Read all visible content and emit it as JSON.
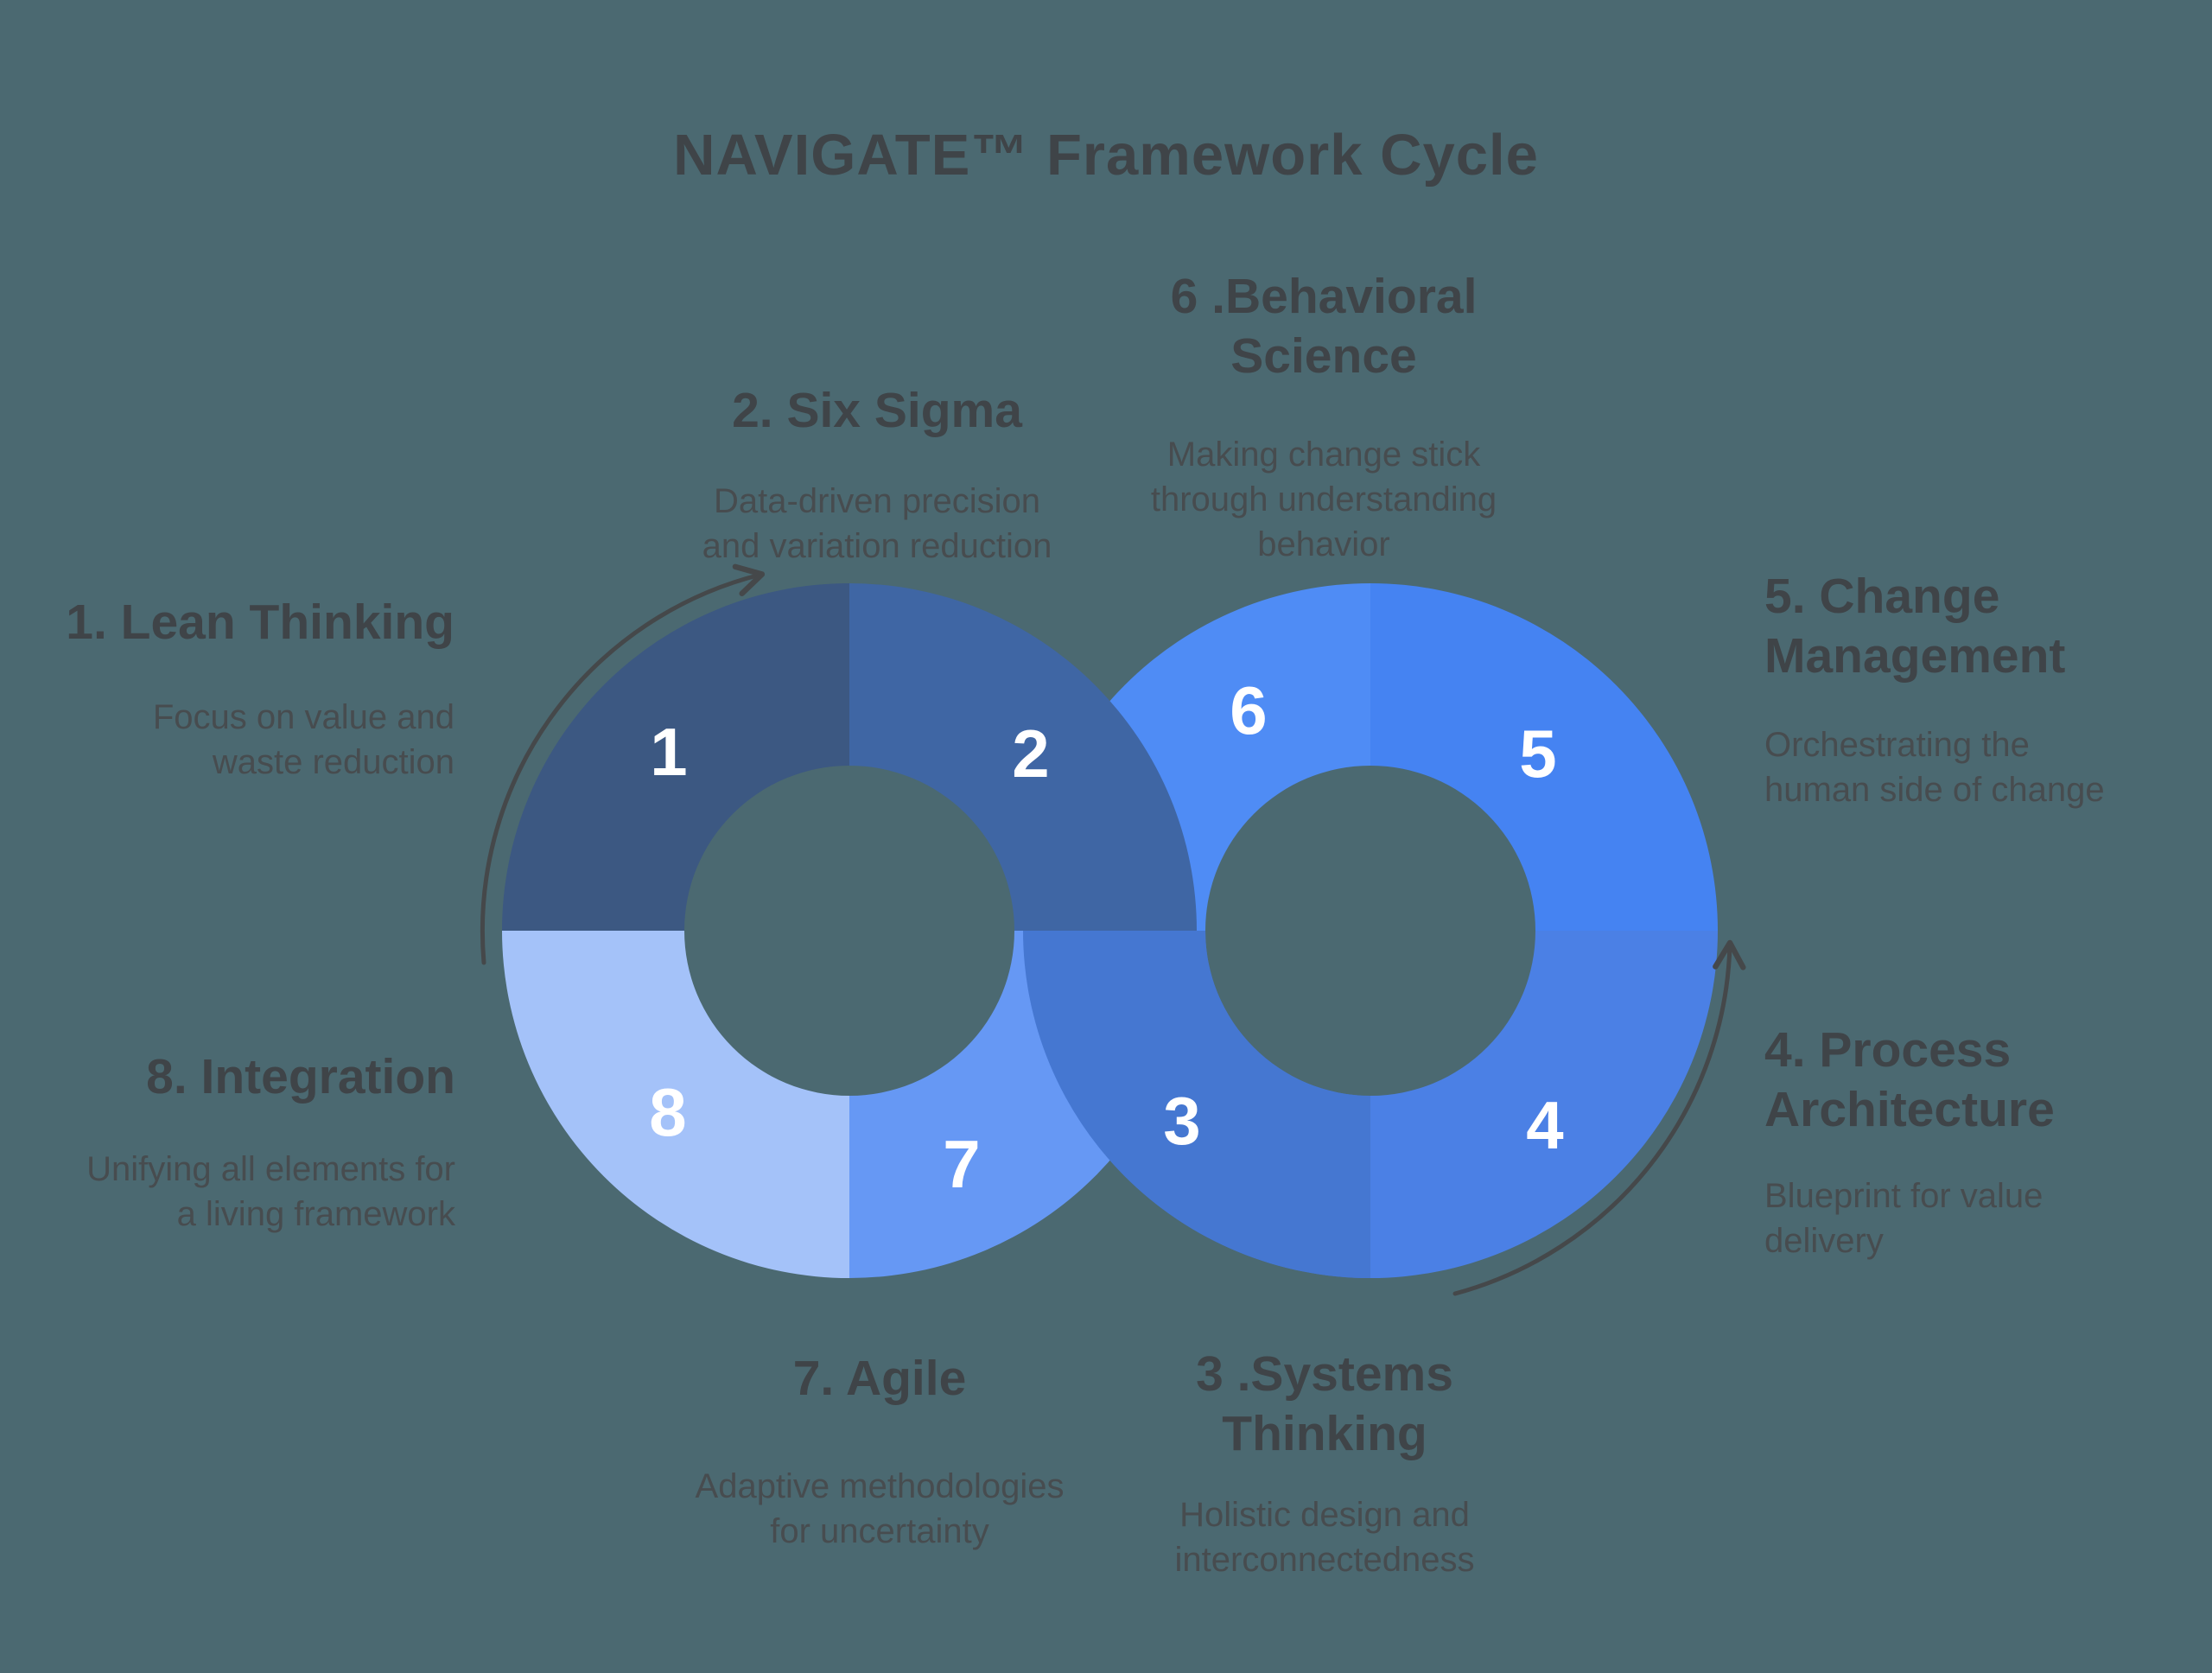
{
  "title": "NAVIGATE™ Framework Cycle",
  "colors": {
    "background": "#4b6971",
    "heading_text": "#3f4448",
    "body_text": "#474c4f",
    "number_text": "#ffffff",
    "arrow": "#45484a",
    "seg1": "#3c5882",
    "seg2": "#3f66a4",
    "seg3": "#4577d1",
    "seg4": "#4b80e5",
    "seg5": "#4583f2",
    "seg6": "#4f8cf5",
    "seg7": "#6698f4",
    "seg8": "#a4c2f9"
  },
  "segments": {
    "s1": "1",
    "s2": "2",
    "s3": "3",
    "s4": "4",
    "s5": "5",
    "s6": "6",
    "s7": "7",
    "s8": "8"
  },
  "items": {
    "lean": {
      "heading": "1. Lean Thinking",
      "body": "Focus on value and\nwaste reduction"
    },
    "sixsigma": {
      "heading": "2. Six Sigma",
      "body": "Data-driven precision\nand variation reduction"
    },
    "behavioral": {
      "heading": "6 .Behavioral\nScience",
      "body": "Making change stick\nthrough understanding\nbehavior"
    },
    "change": {
      "heading": "5. Change\nManagement",
      "body": "Orchestrating the\nhuman side of change"
    },
    "process": {
      "heading": "4. Process\nArchitecture",
      "body": "Blueprint for value\ndelivery"
    },
    "systems": {
      "heading": "3 .Systems\nThinking",
      "body": "Holistic design and\ninterconnectedness"
    },
    "agile": {
      "heading": "7. Agile",
      "body": "Adaptive methodologies\nfor uncertainty"
    },
    "integration": {
      "heading": "8. Integration",
      "body": "Unifying all elements for\na living framework"
    }
  }
}
